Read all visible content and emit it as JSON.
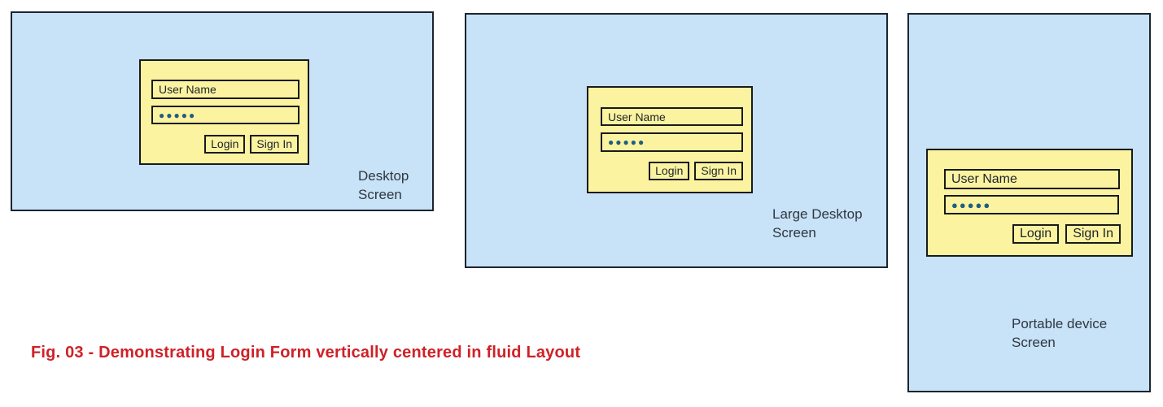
{
  "caption": {
    "text": "Fig. 03 - Demonstrating Login Form vertically centered in fluid Layout",
    "color": "#cf2127"
  },
  "colors": {
    "panel_background": "#c8e2f7",
    "panel_border": "#1c2430",
    "form_background": "#fbf3a0",
    "form_border": "#1a1a1a",
    "password_dots": "#1f5d82",
    "label_text": "#2e3740",
    "caption_red": "#cf2127"
  },
  "panels": [
    {
      "name": "Desktop Screen",
      "label": "Desktop\nScreen",
      "form": {
        "username_value": "User Name",
        "password_value": "●●●●●",
        "login_label": "Login",
        "signin_label": "Sign In"
      }
    },
    {
      "name": "Large Desktop Screen",
      "label": "Large Desktop\nScreen",
      "form": {
        "username_value": "User Name",
        "password_value": "●●●●●",
        "login_label": "Login",
        "signin_label": "Sign In"
      }
    },
    {
      "name": "Portable device Screen",
      "label": "Portable device\nScreen",
      "form": {
        "username_value": "User Name",
        "password_value": "●●●●●",
        "login_label": "Login",
        "signin_label": "Sign In"
      }
    }
  ]
}
